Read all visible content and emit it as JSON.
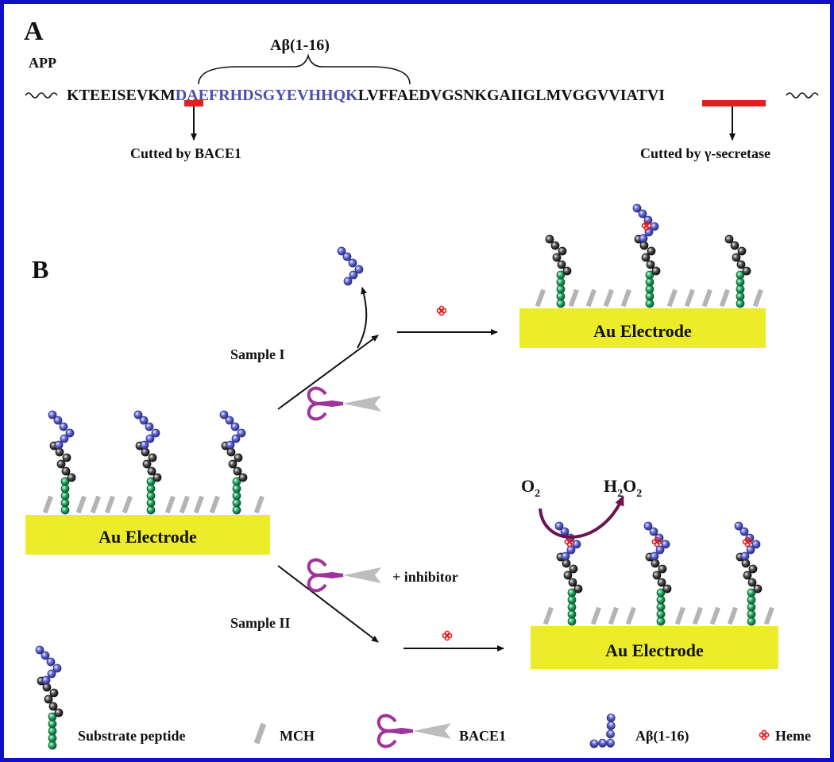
{
  "panel_a": {
    "label": "A",
    "app_label": "APP",
    "bracket_label": "Aβ(1-16)",
    "seq_left": "KTEEISEVKM",
    "seq_blue": "DAEFRHDSGYEVHHQK",
    "seq_right": "LVFFAEDVGSNKGAIIGLMVGGVVIATVI",
    "cut_bace1": "Cutted by BACE1",
    "cut_gamma": "Cutted by γ-secretase"
  },
  "panel_b": {
    "label": "B",
    "electrode_label": "Au Electrode",
    "sample1": "Sample I",
    "sample2": "Sample II",
    "inhibitor_text": "+  inhibitor",
    "o2": "O",
    "o2_sub": "2",
    "h2o2_h": "H",
    "h2o2_sub1": "2",
    "h2o2_o": "O",
    "h2o2_sub2": "2"
  },
  "legend": {
    "substrate": "Substrate peptide",
    "mch": "MCH",
    "bace1": "BACE1",
    "abeta": "Aβ(1-16)",
    "heme": "Heme"
  },
  "colors": {
    "frame": "#1010c8",
    "blue_seq": "#4a4fb0",
    "cut_bar": "#e02020",
    "electrode": "#ecec2a",
    "green_bead": "#2ab06a",
    "black_bead": "#3a3a3a",
    "blue_bead": "#6a6ed8",
    "scissors": "#a0339a",
    "mch": "#b4b4b4",
    "arrow_purple": "#6a1450",
    "heme": "#e02020"
  }
}
